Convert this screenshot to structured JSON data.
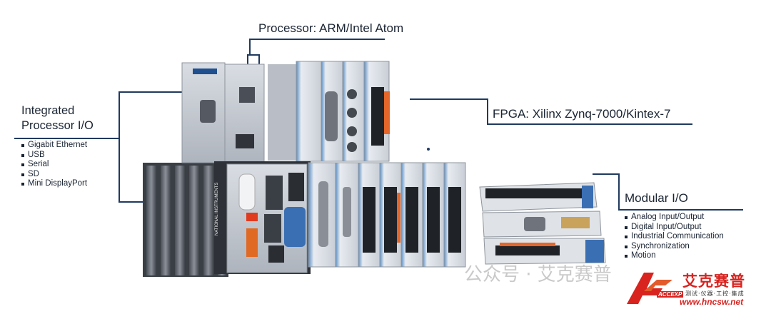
{
  "labels": {
    "processor": "Processor: ARM/Intel Atom",
    "integrated_title_line1": "Integrated",
    "integrated_title_line2": "Processor I/O",
    "integrated_items": [
      "Gigabit Ethernet",
      "USB",
      "Serial",
      "SD",
      "Mini DisplayPort"
    ],
    "fpga": "FPGA: Xilinx Zynq-7000/Kintex-7",
    "modular_title": "Modular I/O",
    "modular_items": [
      "Analog Input/Output",
      "Digital Input/Output",
      "Industrial Communication",
      "Synchronization",
      "Motion"
    ]
  },
  "device_text": {
    "brand": "NATIONAL INSTRUMENTS"
  },
  "watermark": {
    "wechat": "公众号 · 艾克赛普",
    "logo_name": "艾克赛普",
    "logo_tagline": "测试·仪器·工控·集成",
    "logo_url": "www.hncsw.net",
    "logo_mark": "ACCEXP"
  },
  "colors": {
    "line": "#1f3a5f",
    "text": "#1a2433",
    "accent_red": "#d8231f"
  }
}
